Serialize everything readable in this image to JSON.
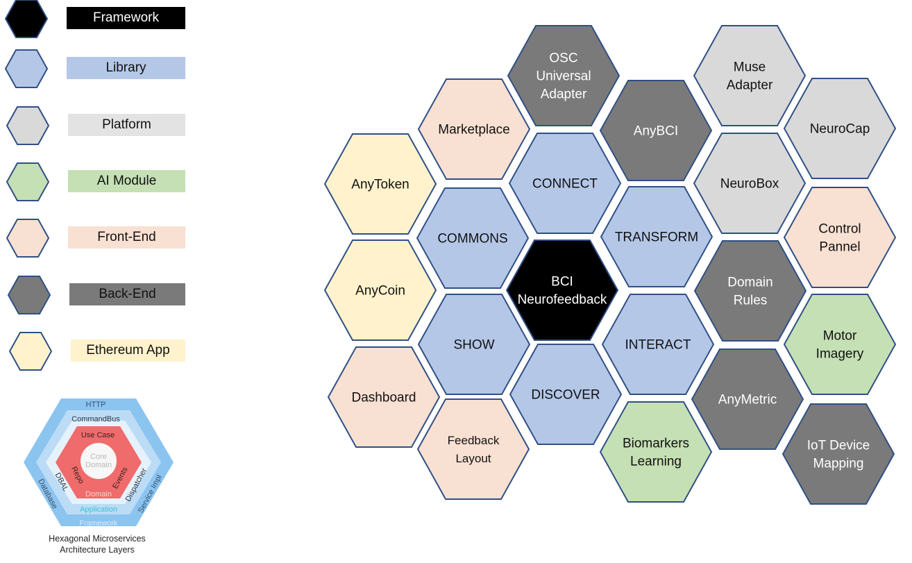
{
  "colors": {
    "framework": "#000000",
    "library": "#b4c7e7",
    "platform": "#d9d9d9",
    "ai": "#c5e0b4",
    "frontend": "#f8e0d2",
    "backend": "#7a7a7a",
    "ethereum": "#fff2cc",
    "hex_border": "#2f4f85"
  },
  "legend": [
    {
      "label": "Framework",
      "category": "framework"
    },
    {
      "label": "Library",
      "category": "library"
    },
    {
      "label": "Platform",
      "category": "platform"
    },
    {
      "label": "AI Module",
      "category": "ai"
    },
    {
      "label": "Front-End",
      "category": "frontend"
    },
    {
      "label": "Back-End",
      "category": "backend"
    },
    {
      "label": "Ethereum App",
      "category": "ethereum"
    }
  ],
  "hexagons": [
    {
      "id": "osc",
      "lines": [
        "OSC",
        "Universal",
        "Adapter"
      ],
      "category": "backend"
    },
    {
      "id": "muse",
      "lines": [
        "Muse",
        "Adapter"
      ],
      "category": "platform"
    },
    {
      "id": "marketplace",
      "lines": [
        "Marketplace"
      ],
      "category": "frontend"
    },
    {
      "id": "anybci",
      "lines": [
        "AnyBCI"
      ],
      "category": "backend"
    },
    {
      "id": "neurocap",
      "lines": [
        "NeuroCap"
      ],
      "category": "platform"
    },
    {
      "id": "anytoken",
      "lines": [
        "AnyToken"
      ],
      "category": "ethereum"
    },
    {
      "id": "connect",
      "lines": [
        "CONNECT"
      ],
      "category": "library"
    },
    {
      "id": "neurobox",
      "lines": [
        "NeuroBox"
      ],
      "category": "platform"
    },
    {
      "id": "commons",
      "lines": [
        "COMMONS"
      ],
      "category": "library"
    },
    {
      "id": "transform",
      "lines": [
        "TRANSFORM"
      ],
      "category": "library"
    },
    {
      "id": "control-pannel",
      "lines": [
        "Control",
        "Pannel"
      ],
      "category": "frontend"
    },
    {
      "id": "anycoin",
      "lines": [
        "AnyCoin"
      ],
      "category": "ethereum"
    },
    {
      "id": "bci",
      "lines": [
        "BCI",
        "Neurofeedback"
      ],
      "category": "framework"
    },
    {
      "id": "domain-rules",
      "lines": [
        "Domain",
        "Rules"
      ],
      "category": "backend"
    },
    {
      "id": "show",
      "lines": [
        "SHOW"
      ],
      "category": "library"
    },
    {
      "id": "interact",
      "lines": [
        "INTERACT"
      ],
      "category": "library"
    },
    {
      "id": "motor-imagery",
      "lines": [
        "Motor",
        "Imagery"
      ],
      "category": "ai"
    },
    {
      "id": "dashboard",
      "lines": [
        "Dashboard"
      ],
      "category": "frontend"
    },
    {
      "id": "discover",
      "lines": [
        "DISCOVER"
      ],
      "category": "library"
    },
    {
      "id": "anymetric",
      "lines": [
        "AnyMetric"
      ],
      "category": "backend"
    },
    {
      "id": "feedback-layout",
      "lines": [
        "Feedback",
        "Layout"
      ],
      "category": "frontend"
    },
    {
      "id": "biomarkers",
      "lines": [
        "Biomarkers",
        "Learning"
      ],
      "category": "ai"
    },
    {
      "id": "iot",
      "lines": [
        "IoT Device",
        "Mapping"
      ],
      "category": "backend"
    }
  ],
  "architecture": {
    "layers": {
      "http": "HTTP",
      "commandbus": "CommandBus",
      "usecase": "Use Case",
      "core_line1": "Core",
      "core_line2": "Domain",
      "events": "Events",
      "repo": "Repo",
      "domain": "Domain",
      "dbal": "DBAL",
      "dispatcher": "Dispatcher",
      "database": "Database",
      "service_impl": "Service Impl",
      "application": "Application",
      "framework": "Framework"
    },
    "caption_line1": "Hexagonal Microservices",
    "caption_line2": "Architecture Layers"
  }
}
